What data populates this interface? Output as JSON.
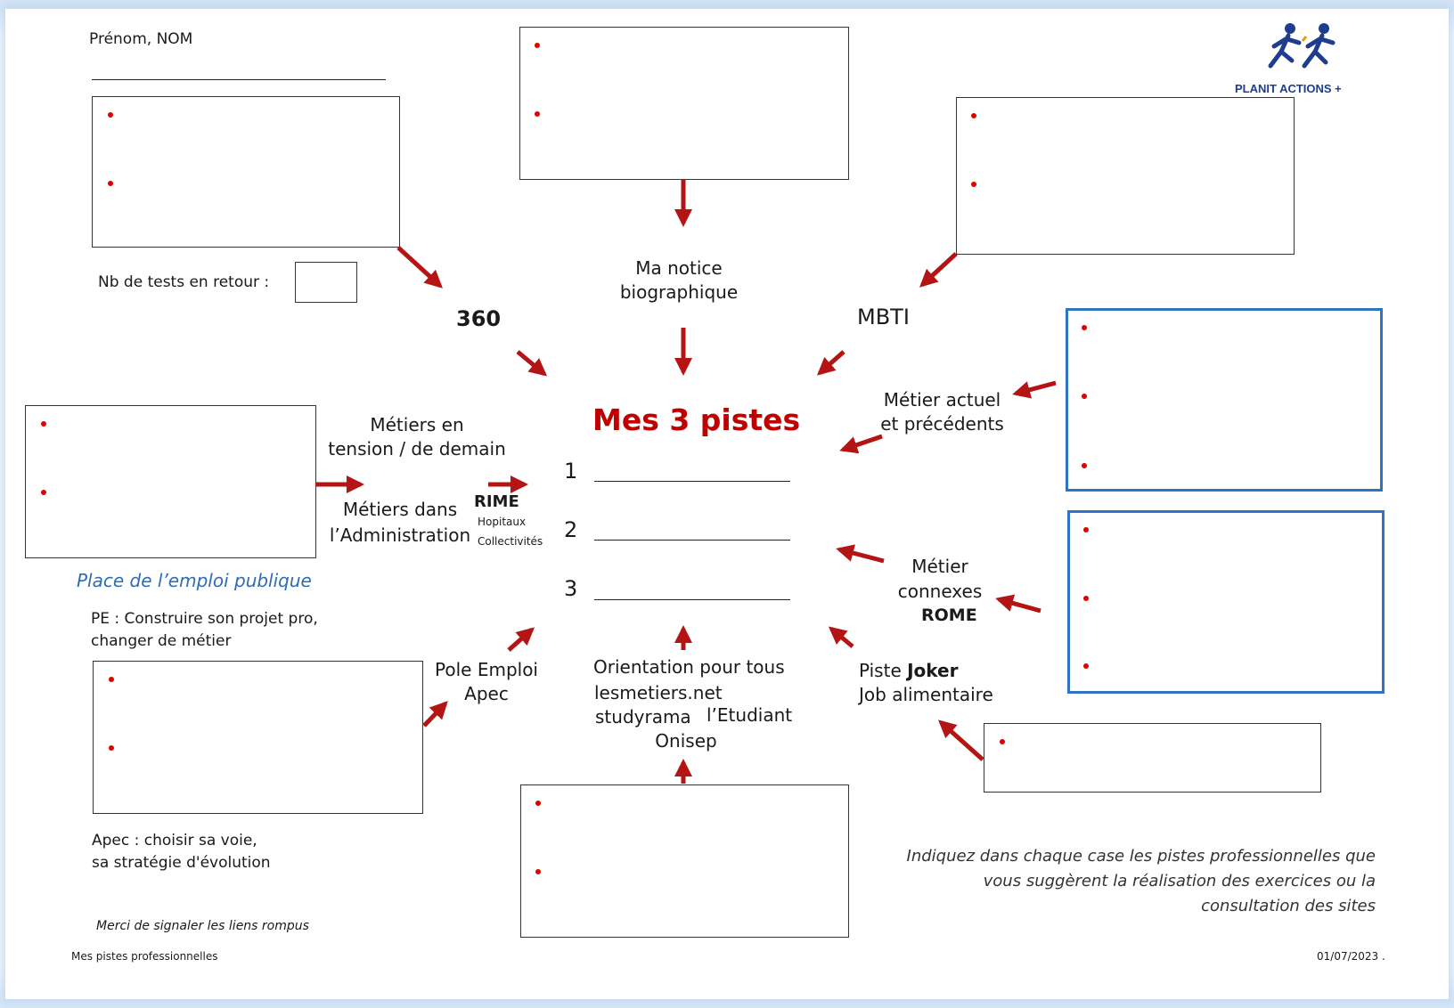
{
  "header": {
    "name_label": "Prénom, NOM",
    "logo_text": "PLANIT ACTIONS +"
  },
  "labels": {
    "nb_tests": "Nb de tests en retour :",
    "l360": "360",
    "notice_1": "Ma notice",
    "notice_2": "biographique",
    "mbti": "MBTI",
    "metiers_tension_1": "Métiers en",
    "metiers_tension_2": "tension / de demain",
    "metiers_admin_1": "Métiers dans",
    "metiers_admin_2": "l’Administration",
    "rime": "RIME",
    "hopitaux": "Hopitaux",
    "collectivites": "Collectivités",
    "place_emploi": "Place de l’emploi publique",
    "pe_1": "PE : Construire son projet pro,",
    "pe_2": "changer de métier",
    "pole_emploi": "Pole Emploi",
    "apec": "Apec",
    "orientation": "Orientation pour tous",
    "lesmetiers": "lesmetiers.net",
    "studyrama": "studyrama",
    "etudiant": "l’Etudiant",
    "onisep": "Onisep",
    "metier_actuel_1": "Métier actuel",
    "metier_actuel_2": "et précédents",
    "metier_connexes_1": "Métier",
    "metier_connexes_2": "connexes",
    "rome": "ROME",
    "piste": "Piste",
    "joker": "Joker",
    "job": "Job alimentaire",
    "apec_1": "Apec : choisir sa voie,",
    "apec_2": "sa stratégie d'évolution",
    "merci": "Merci de signaler les liens rompus",
    "instructions_1": "Indiquez dans chaque case les pistes professionnelles que",
    "instructions_2": "vous suggèrent la réalisation des exercices ou la",
    "instructions_3": "consultation des sites"
  },
  "center": {
    "title": "Mes 3 pistes",
    "items": [
      "1",
      "2",
      "3"
    ]
  },
  "footer": {
    "left": "Mes pistes professionnelles",
    "right": "01/07/2023 ."
  },
  "colors": {
    "accent_red": "#c00000",
    "arrow_red": "#b41414",
    "box_blue": "#2e74c0",
    "link_blue": "#2e6db4",
    "dot_red": "#e00000"
  }
}
